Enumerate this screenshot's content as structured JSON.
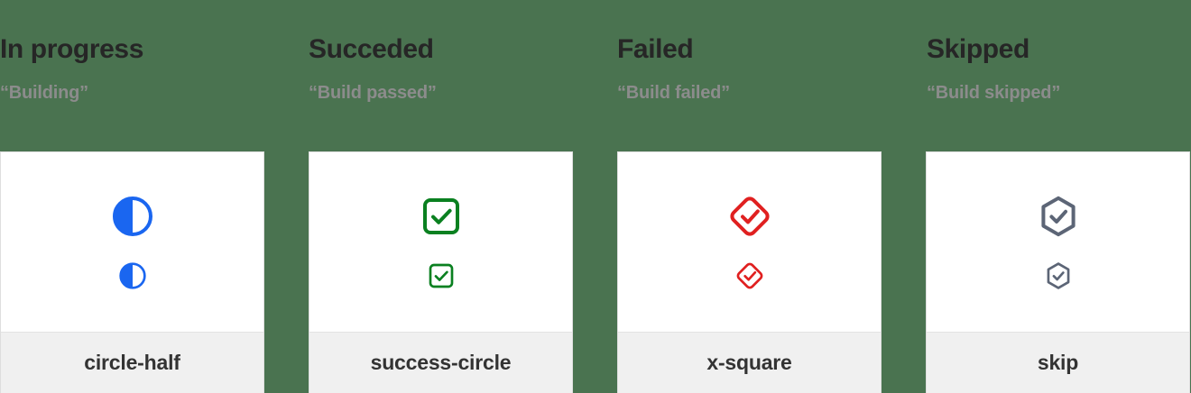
{
  "page": {
    "background_color": "#4a7350",
    "card_background": "#ffffff",
    "card_footer_background": "#f0f0f0"
  },
  "columns": [
    {
      "title": "In progress",
      "subtitle": "“Building”",
      "icon_name": "circle-half",
      "icon_color": "#1a66f0",
      "card_label": "circle-half"
    },
    {
      "title": "Succeded",
      "subtitle": "“Build passed”",
      "icon_name": "success-circle",
      "icon_color": "#0a8020",
      "card_label": "success-circle"
    },
    {
      "title": "Failed",
      "subtitle": "“Build failed”",
      "icon_name": "x-square",
      "icon_color": "#e02020",
      "card_label": "x-square"
    },
    {
      "title": "Skipped",
      "subtitle": "“Build skipped”",
      "icon_name": "skip",
      "icon_color": "#5c6576",
      "card_label": "skip"
    }
  ]
}
